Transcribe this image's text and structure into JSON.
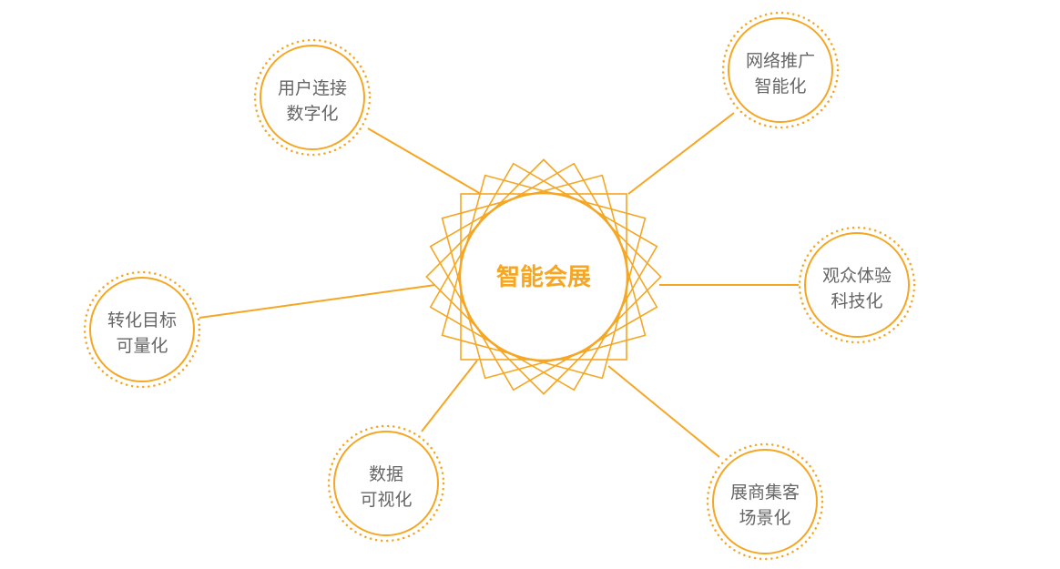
{
  "theme": {
    "accent": "#f5a623",
    "text": "#666666",
    "background": "#ffffff"
  },
  "hub": {
    "label": "智能会展"
  },
  "nodes": [
    {
      "id": "user-connect",
      "line1": "用户连接",
      "line2": "数字化"
    },
    {
      "id": "network-promo",
      "line1": "网络推广",
      "line2": "智能化"
    },
    {
      "id": "audience-exp",
      "line1": "观众体验",
      "line2": "科技化"
    },
    {
      "id": "conversion",
      "line1": "转化目标",
      "line2": "可量化"
    },
    {
      "id": "data-vis",
      "line1": "数据",
      "line2": "可视化"
    },
    {
      "id": "exhibitor",
      "line1": "展商集客",
      "line2": "场景化"
    }
  ]
}
